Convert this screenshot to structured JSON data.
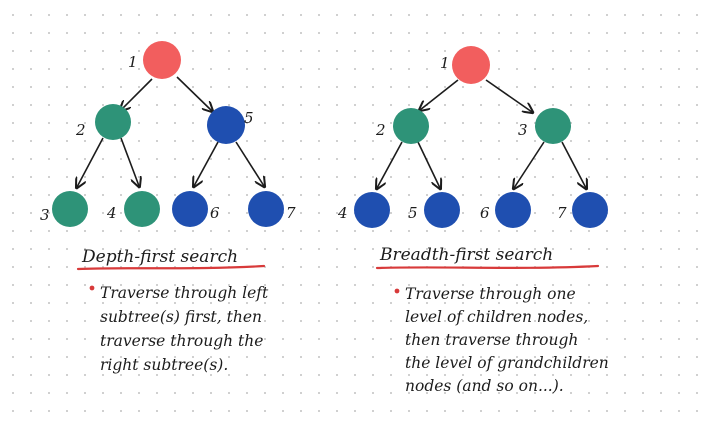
{
  "colors": {
    "red": "#f25e5e",
    "teal": "#2e9378",
    "blue": "#1f4fb0",
    "underline": "#d83a3a",
    "ink": "#1c1c1c"
  },
  "dfs": {
    "title": "Depth-first search",
    "lines": [
      "Traverse through left",
      "subtree(s) first, then",
      "traverse through the",
      "right subtree(s)."
    ],
    "nodes": [
      {
        "label": "1",
        "color": "red"
      },
      {
        "label": "2",
        "color": "teal"
      },
      {
        "label": "5",
        "color": "blue"
      },
      {
        "label": "3",
        "color": "teal"
      },
      {
        "label": "4",
        "color": "teal"
      },
      {
        "label": "6",
        "color": "blue"
      },
      {
        "label": "7",
        "color": "blue"
      }
    ]
  },
  "bfs": {
    "title": "Breadth-first search",
    "lines": [
      "Traverse through one",
      "level of children nodes,",
      "then traverse through",
      "the level of grandchildren",
      "nodes (and so on...)."
    ],
    "nodes": [
      {
        "label": "1",
        "color": "red"
      },
      {
        "label": "2",
        "color": "teal"
      },
      {
        "label": "3",
        "color": "teal"
      },
      {
        "label": "4",
        "color": "blue"
      },
      {
        "label": "5",
        "color": "blue"
      },
      {
        "label": "6",
        "color": "blue"
      },
      {
        "label": "7",
        "color": "blue"
      }
    ]
  }
}
